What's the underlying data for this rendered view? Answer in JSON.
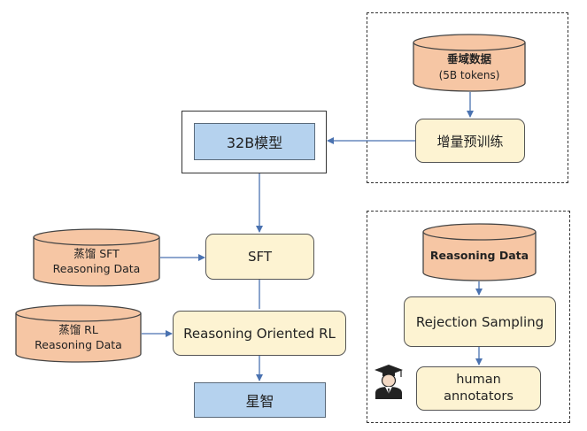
{
  "pretraining": {
    "data_title": "垂域数据",
    "data_subtitle": "(5B tokens)",
    "process": "增量预训练"
  },
  "base_model": {
    "label": "32B模型"
  },
  "sft": {
    "data_line1": "蒸馏 SFT",
    "data_line2": "Reasoning Data",
    "process": "SFT"
  },
  "rl": {
    "data_line1": "蒸馏 RL",
    "data_line2": "Reasoning Data",
    "process": "Reasoning Oriented RL"
  },
  "final_model": {
    "label": "星智"
  },
  "rejection": {
    "data_title": "Reasoning Data",
    "process": "Rejection Sampling",
    "annotators_line1": "human",
    "annotators_line2": "annotators",
    "annotator_icon": "graduate-person-icon"
  },
  "colors": {
    "data_fill": "#f6c6a4",
    "process_fill": "#fdf3d2",
    "model_fill": "#b5d2ee",
    "arrow": "#4a72b0"
  }
}
